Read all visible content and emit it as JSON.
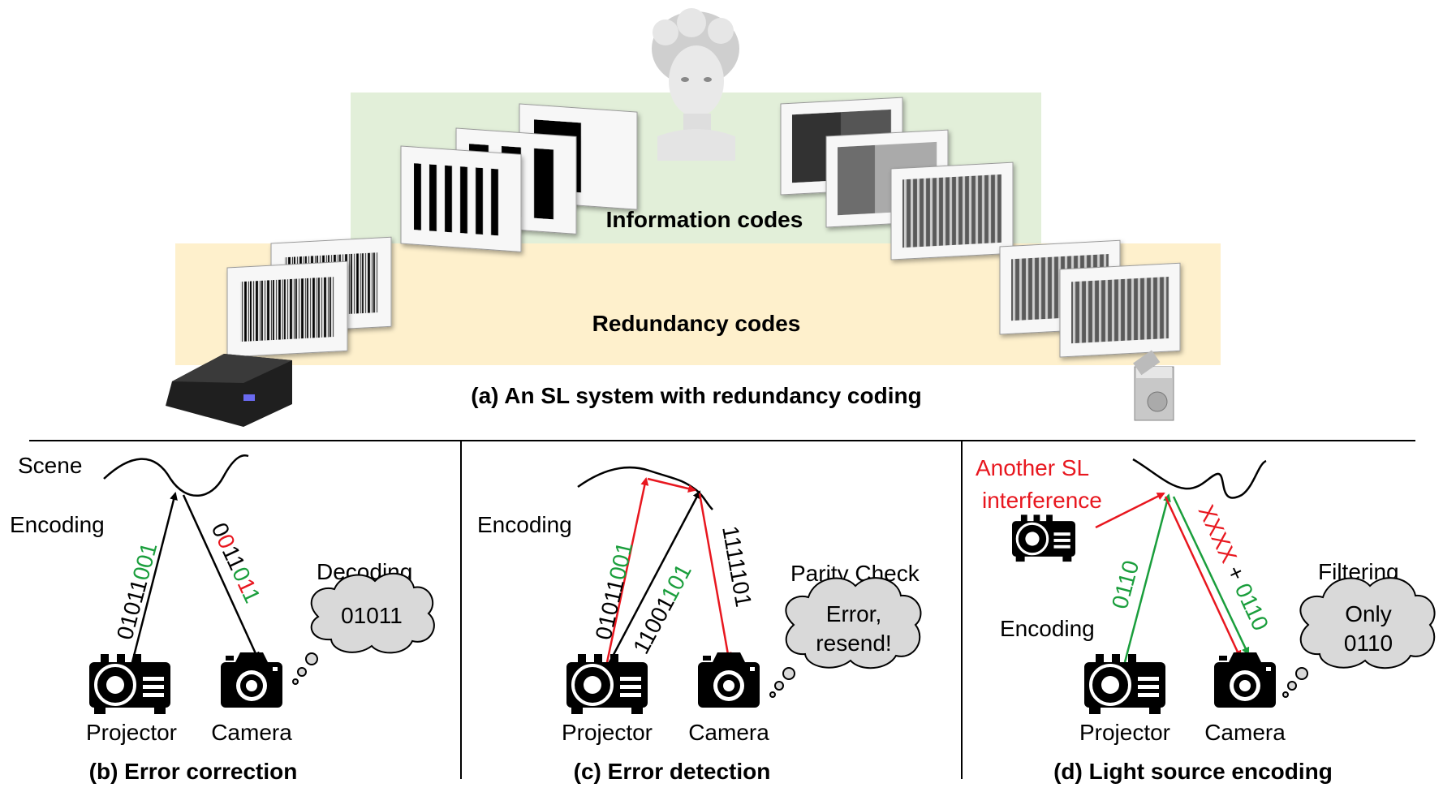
{
  "panel_a": {
    "info_label": "Information codes",
    "redundancy_label": "Redundancy codes",
    "caption": "(a) An SL system with redundancy coding"
  },
  "panel_b": {
    "scene": "Scene",
    "encoding": "Encoding",
    "code_black": "01011",
    "code_green": "001",
    "recv_black1": "0",
    "recv_red1": "0",
    "recv_black2": "11",
    "recv_green1": "0",
    "recv_red2": "1",
    "recv_green2": "1",
    "decoding": "Decoding",
    "bubble": "01011",
    "projector": "Projector",
    "camera": "Camera",
    "caption": "(b) Error correction"
  },
  "panel_c": {
    "encoding": "Encoding",
    "code1_black": "01011",
    "code1_green": "001",
    "code2_black": "11001",
    "code2_green": "101",
    "received": "1111101",
    "parity": "Parity Check",
    "bubble_line1": "Error,",
    "bubble_line2": "resend!",
    "projector": "Projector",
    "camera": "Camera",
    "caption": "(c) Error detection"
  },
  "panel_d": {
    "interference_line1": "Another SL",
    "interference_line2": "interference",
    "code": "0110",
    "received_red": "XXXX",
    "received_plus": "+",
    "received_green": "0110",
    "encoding": "Encoding",
    "filtering": "Filtering",
    "bubble_line1": "Only",
    "bubble_line2": "0110",
    "projector": "Projector",
    "camera": "Camera",
    "caption": "(d) Light source encoding"
  },
  "colors": {
    "info_band": "#e2efd9",
    "redundancy_band": "#fef0cc",
    "green": "#1a9e3c",
    "red": "#e8171f",
    "bubble": "#d9d9d9"
  },
  "icons": [
    "projector-icon",
    "camera-icon",
    "thought-bubble-icon",
    "statue-image",
    "pattern-card"
  ]
}
